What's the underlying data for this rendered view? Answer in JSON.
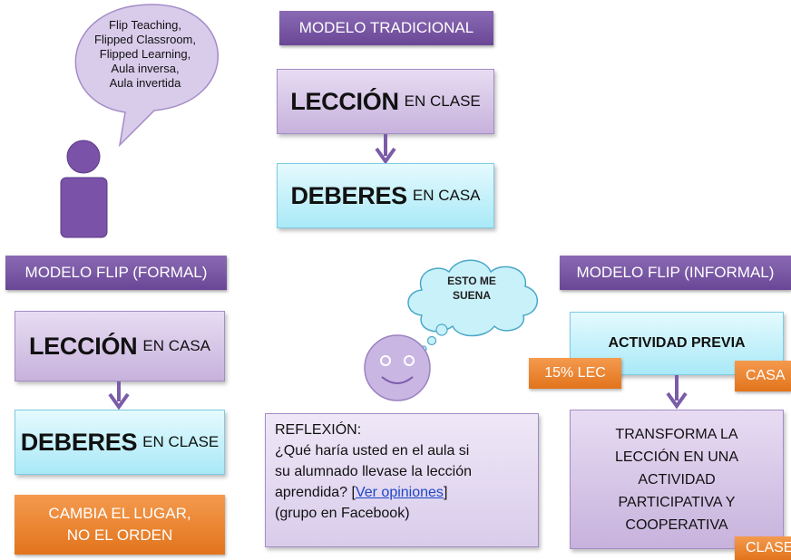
{
  "speech_bubble": {
    "lines": [
      "Flip Teaching,",
      "Flipped Classroom,",
      "Flipped Learning,",
      "Aula inversa,",
      "Aula invertida"
    ]
  },
  "traditional": {
    "header": "MODELO TRADICIONAL",
    "box1_main": "LECCIÓN",
    "box1_sub": "EN CLASE",
    "box2_main": "DEBERES",
    "box2_sub": "EN CASA"
  },
  "flip_formal": {
    "header": "MODELO FLIP (FORMAL)",
    "box1_main": "LECCIÓN",
    "box1_sub": "EN CASA",
    "box2_main": "DEBERES",
    "box2_sub": "EN CLASE",
    "note_line1": "CAMBIA EL LUGAR,",
    "note_line2": "NO EL ORDEN"
  },
  "thought": {
    "line1": "ESTO ME",
    "line2": "SUENA"
  },
  "reflection": {
    "title": "REFLEXIÓN:",
    "line1": "¿Qué haría usted en el aula si",
    "line2": "su alumnado llevase la lección",
    "line3_prefix": "aprendida? [",
    "link": "Ver opiniones",
    "line3_suffix": "]",
    "line4": "(grupo en Facebook)"
  },
  "flip_informal": {
    "header": "MODELO FLIP (INFORMAL)",
    "box1": "ACTIVIDAD PREVIA",
    "tag_left": "15%  LEC",
    "tag_right": "CASA",
    "box2_lines": [
      "TRANSFORMA LA",
      "LECCIÓN EN UNA",
      "ACTIVIDAD",
      "PARTICIPATIVA Y",
      "COOPERATIVA"
    ],
    "tag_bottom": "CLASE"
  },
  "colors": {
    "purple": "#6a4796",
    "lavender": "#d6c7e8",
    "cyan": "#c4f0fa",
    "orange": "#e8802c",
    "arrow": "#7b5ca8"
  }
}
